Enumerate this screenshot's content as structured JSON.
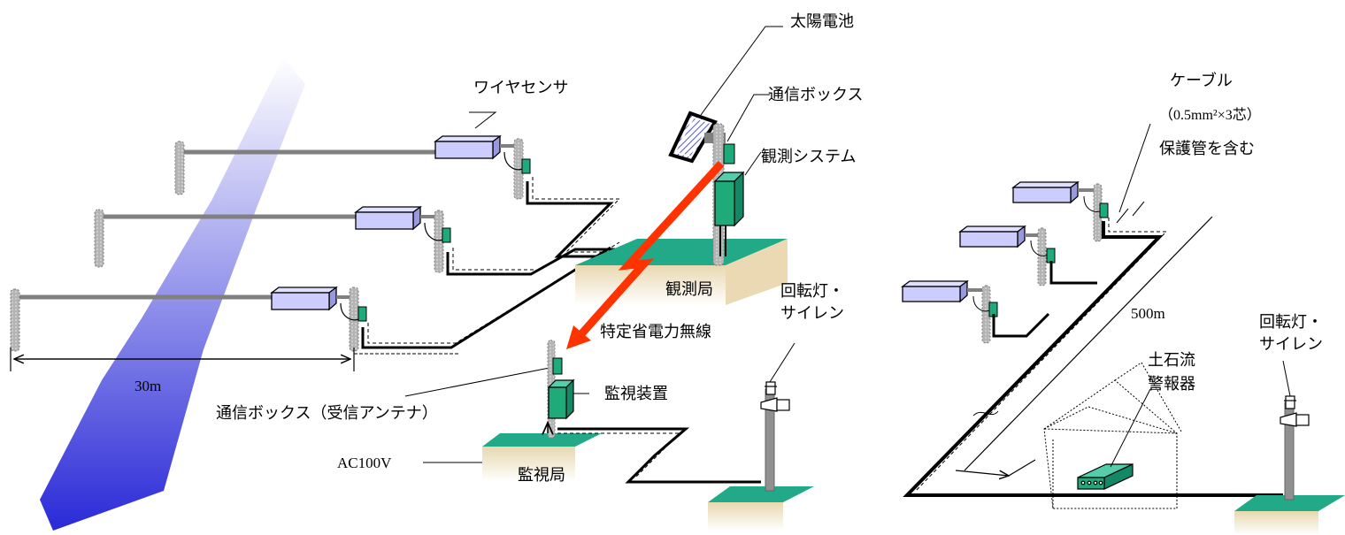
{
  "labels": {
    "solar_panel": "太陽電池",
    "comm_box": "通信ボックス",
    "wire_sensor": "ワイヤセンサ",
    "observation_system": "観測システム",
    "observation_station": "観測局",
    "rotating_light_a": "回転灯・",
    "siren_a": "サイレン",
    "radio": "特定省電力無線",
    "comm_box_receiver": "通信ボックス（受信アンテナ）",
    "monitor_device": "監視装置",
    "ac100v": "AC100V",
    "monitor_station": "監視局",
    "distance_30m": "30m",
    "cable": "ケーブル",
    "cable_spec": "（0.5mm²×3芯）",
    "protective_pipe": "保護管を含む",
    "distance_500m": "500m",
    "rotating_light_b": "回転灯・",
    "siren_b": "サイレン",
    "debris_alarm_1": "土石流",
    "debris_alarm_2": "警報器"
  },
  "colors": {
    "stream_top": "#ffffff",
    "stream_bottom": "#2a2ad8",
    "sensor_box": "#ccccff",
    "device_green": "#1faa7a",
    "ground_green": "#22aa88",
    "soil": "#e6d6b0",
    "pole_gray": "#b0b0b0",
    "wire_gray": "#808080",
    "radio_arrow": "#ff3300"
  }
}
